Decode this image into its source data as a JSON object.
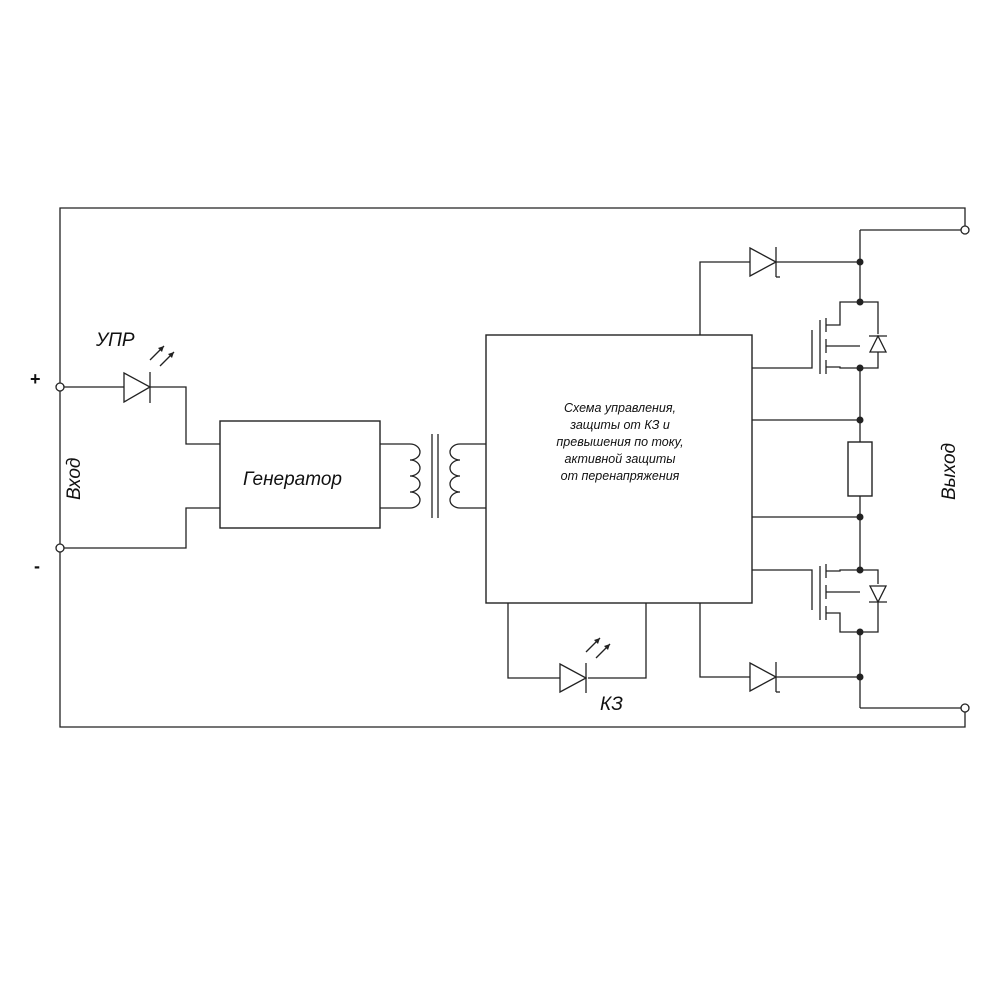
{
  "labels": {
    "input_plus": "+",
    "input_minus": "-",
    "input_label": "Вход",
    "output_label": "Выход",
    "led_power_label": "УПР",
    "generator_label": "Генератор",
    "led_fault_label": "КЗ",
    "control_block_lines": [
      "Схема управления,",
      "защиты от КЗ и",
      "превышения по току,",
      "активной защиты",
      "от перенапряжения"
    ]
  },
  "colors": {
    "line": "#222222",
    "background": "#ffffff"
  }
}
